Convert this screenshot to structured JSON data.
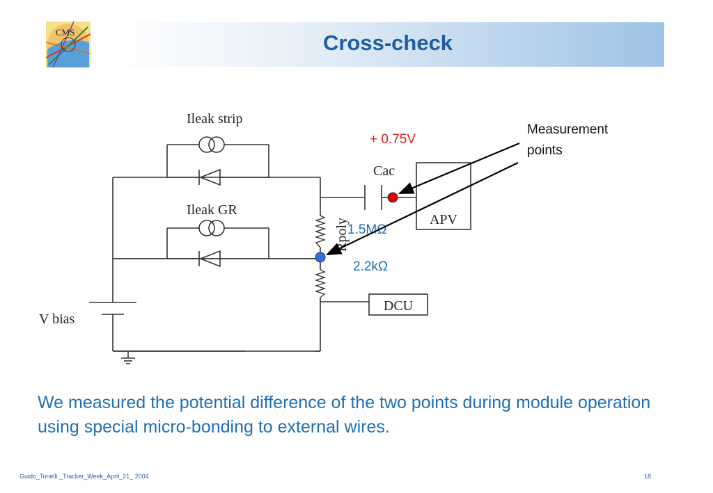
{
  "slide": {
    "title": "Cross-check",
    "caption": "We measured the potential difference of the two points during module operation using special micro-bonding to external wires.",
    "footer_left": "Guido_Tonelli _Tracker_Week_April_21_ 2004",
    "page_number": "18"
  },
  "logo": {
    "text": "CMS"
  },
  "circuit": {
    "ileak_strip": "Ileak strip",
    "ileak_gr": "Ileak GR",
    "cac": "Cac",
    "rpoly": "Rpoly",
    "apv": "APV",
    "dcu": "DCU",
    "vbias": "V bias"
  },
  "annotations": {
    "voltage": "+ 0.75V",
    "measurement": "Measurement points",
    "measurement_line1": "Measurement",
    "measurement_line2": "points",
    "r1": "1.5MΩ",
    "r2": "2.2kΩ"
  },
  "colors": {
    "title": "#1f5f9f",
    "caption": "#1f6fb3",
    "voltage": "#e31b1b",
    "point_red": "#e30000",
    "point_blue": "#2f6fe0",
    "resistor_label": "#1f6fb3"
  }
}
